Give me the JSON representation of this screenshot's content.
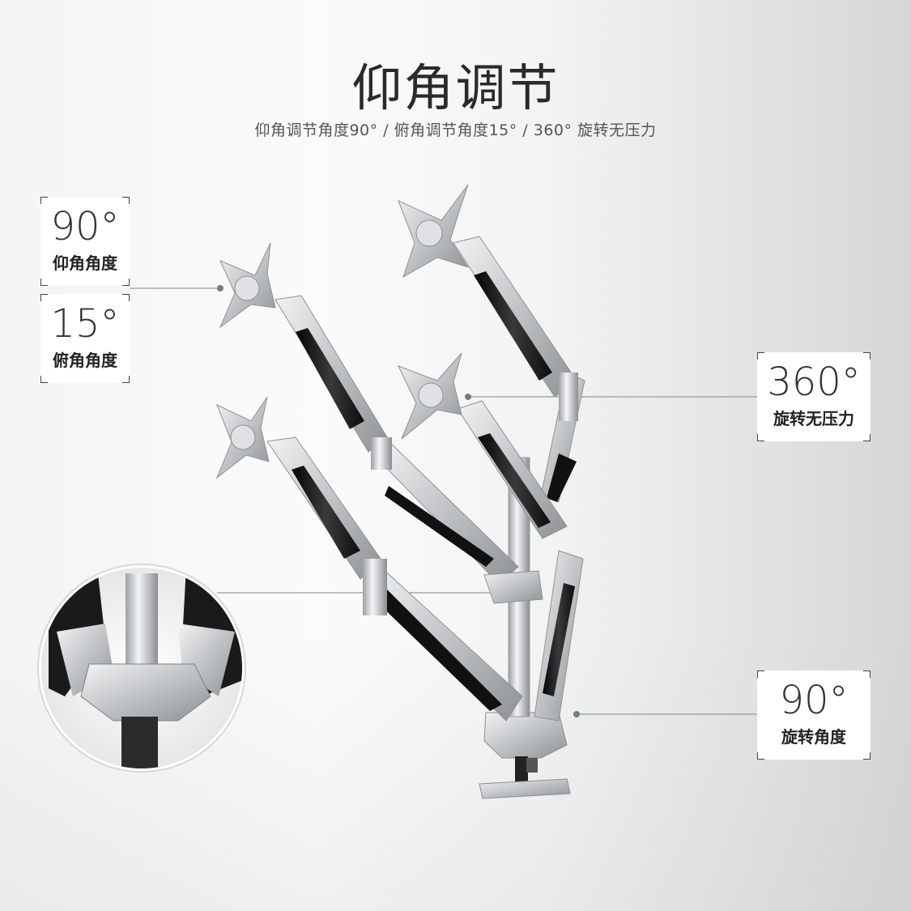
{
  "header": {
    "title": "仰角调节",
    "subtitle": "仰角调节角度90° / 俯角调节角度15° / 360° 旋转无压力"
  },
  "badges": {
    "tilt_up": {
      "value": "90°",
      "label": "仰角角度"
    },
    "tilt_down": {
      "value": "15°",
      "label": "俯角角度"
    },
    "swivel": {
      "value": "360°",
      "label": "旋转无压力"
    },
    "rotate": {
      "value": "90°",
      "label": "旋转角度"
    }
  },
  "colors": {
    "text_dark": "#2a2a2a",
    "metal": "#c9cbcd",
    "gas_spring": "#1b1b1b",
    "leader_line": "#7a8a88"
  }
}
